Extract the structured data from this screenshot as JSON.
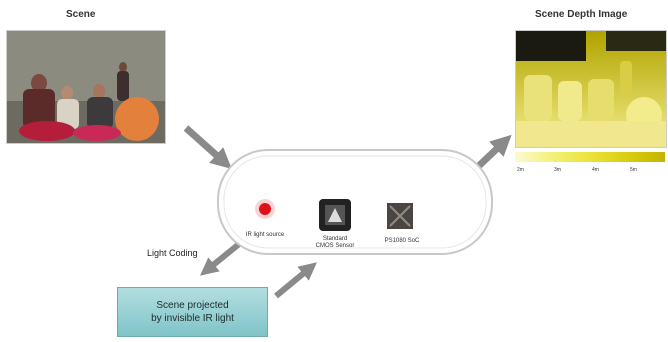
{
  "labels": {
    "scene_title": "Scene",
    "depth_title": "Scene Depth Image",
    "light_coding": "Light Coding",
    "ir_light_source": "IR light source",
    "sensor_line1": "Standard",
    "sensor_line2": "CMOS Sensor",
    "soc": "PS1080 SoC",
    "box_line1": "Scene projected",
    "box_line2": "by invisible IR light"
  },
  "depth_scale": {
    "ticks": [
      "2m",
      "3m",
      "4m",
      "5m"
    ]
  },
  "colors": {
    "ir_dot": "#e0101a",
    "arrow": "#8a8a8a",
    "box_fill": "#8fcdd0",
    "depth_yellow": "#e6de2a"
  }
}
